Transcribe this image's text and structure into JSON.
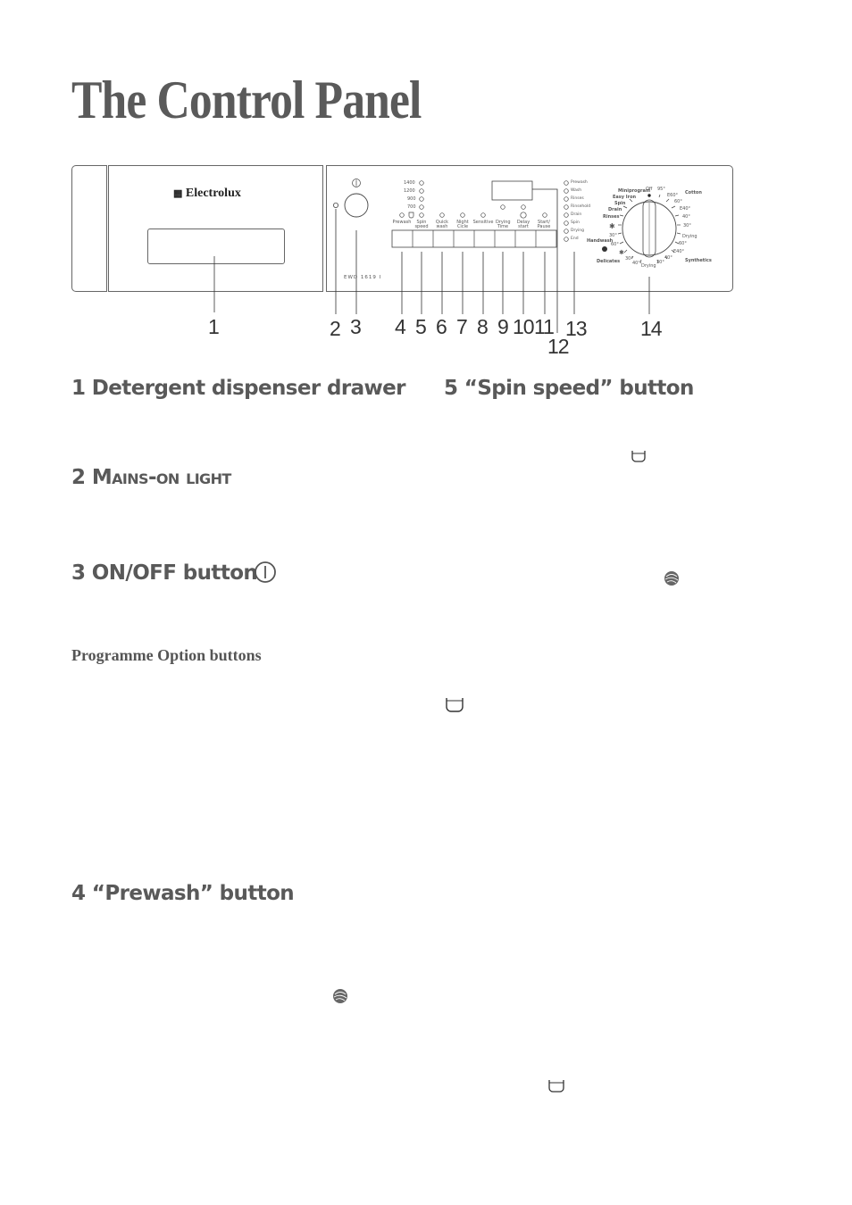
{
  "page_title": "The Control Panel",
  "panel": {
    "brand": "Electrolux",
    "model": "EWD 1619 I",
    "spin_values": [
      "1400",
      "1200",
      "900",
      "700"
    ],
    "buttons": [
      "Prewash",
      "Spin speed",
      "Quick wash",
      "Night Cicle",
      "Sensitive",
      "Drying Time",
      "Delay start",
      "Start/ Pause"
    ],
    "phases": [
      "Prewash",
      "Wash",
      "Rinses",
      "Rinsehold",
      "Drain",
      "Spin",
      "Drying",
      "End"
    ],
    "dial": {
      "left_labels": [
        "Miniprogram",
        "Easy Iron",
        "Spin",
        "Drain",
        "Rinses"
      ],
      "off": "Off",
      "temps_top": [
        "95°",
        "E60°",
        "60°",
        "E40°",
        "40°",
        "30°"
      ],
      "cotton": "Cotton",
      "drying_right": "Drying",
      "synthetics_temps": [
        "60°",
        "E40°",
        "40°",
        "30°"
      ],
      "synthetics": "Synthetics",
      "drying_bottom": "Drying",
      "delicates_temps": [
        "60°",
        "30°",
        "30°",
        "40°"
      ],
      "delicates": "Delicates",
      "handwash": "Handwash"
    },
    "callouts": [
      "1",
      "2",
      "3",
      "4",
      "5",
      "6",
      "7",
      "8",
      "9",
      "10",
      "11",
      "12",
      "13",
      "14"
    ]
  },
  "sections": {
    "s1": "1 Detergent dispenser drawer",
    "s2_num": "2",
    "s2_text": "Mains-on light",
    "s3": "3 ON/OFF button",
    "program_options": "Programme Option buttons",
    "s4": "4 “Prewash” button",
    "s5": "5 “Spin speed” button"
  },
  "icons": [
    "power-icon",
    "tub-icon",
    "wool-icon"
  ]
}
